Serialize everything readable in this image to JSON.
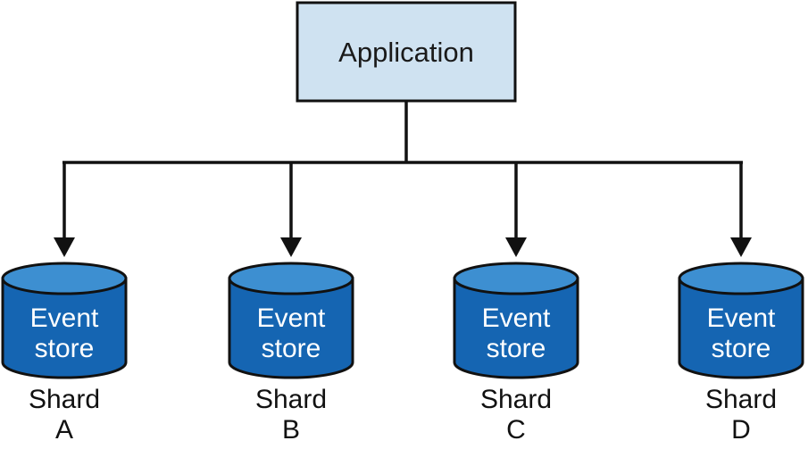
{
  "application": {
    "label": "Application"
  },
  "shards": [
    {
      "db_line1": "Event",
      "db_line2": "store",
      "line1": "Shard",
      "line2": "A"
    },
    {
      "db_line1": "Event",
      "db_line2": "store",
      "line1": "Shard",
      "line2": "B"
    },
    {
      "db_line1": "Event",
      "db_line2": "store",
      "line1": "Shard",
      "line2": "C"
    },
    {
      "db_line1": "Event",
      "db_line2": "store",
      "line1": "Shard",
      "line2": "D"
    }
  ],
  "colors": {
    "app_fill": "#cfe2f1",
    "db_fill": "#1565b2",
    "db_top": "#3d8fd1",
    "line": "#111111"
  }
}
